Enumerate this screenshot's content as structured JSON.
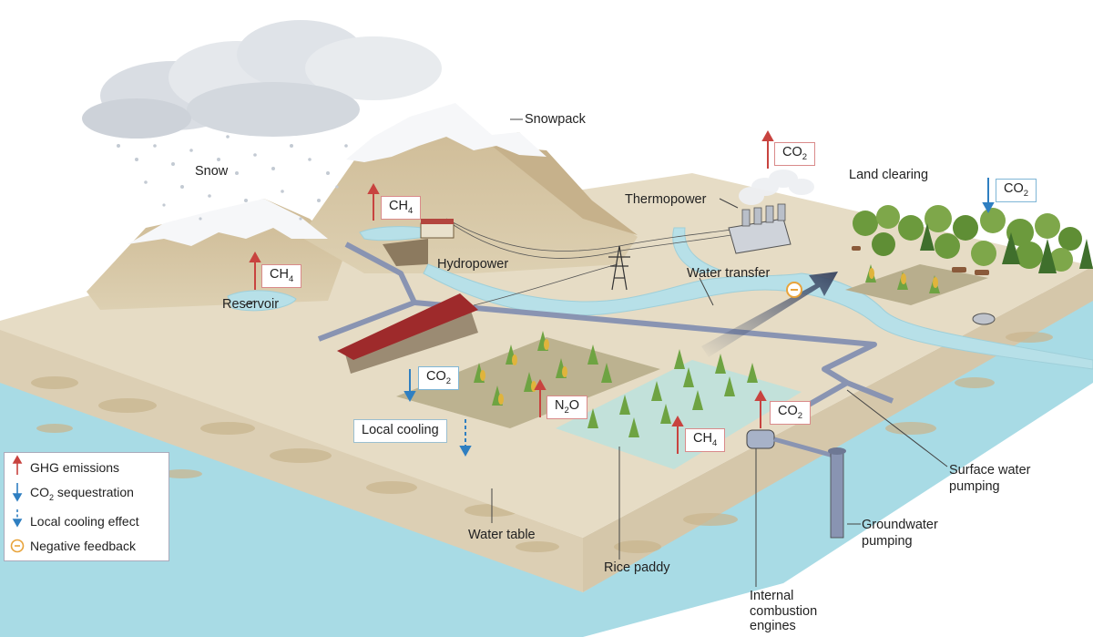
{
  "labels": {
    "snowpack": "Snowpack",
    "snow": "Snow",
    "thermopower": "Thermopower",
    "land_clearing": "Land clearing",
    "hydropower": "Hydropower",
    "water_transfer": "Water transfer",
    "reservoir": "Reservoir",
    "surface_water_pumping_1": "Surface water",
    "surface_water_pumping_2": "pumping",
    "groundwater_pumping_1": "Groundwater",
    "groundwater_pumping_2": "pumping",
    "water_table": "Water table",
    "rice_paddy": "Rice paddy",
    "ice_1": "Internal",
    "ice_2": "combustion",
    "ice_3": "engines"
  },
  "boxes": {
    "ch4_upper": {
      "main": "CH",
      "sub": "4"
    },
    "ch4_left": {
      "main": "CH",
      "sub": "4"
    },
    "co2_thermo": {
      "main": "CO",
      "sub": "2"
    },
    "co2_forest": {
      "main": "CO",
      "sub": "2"
    },
    "co2_farm": {
      "main": "CO",
      "sub": "2"
    },
    "n2o": {
      "main": "N",
      "sub": "2",
      "tail": "O"
    },
    "ch4_paddy": {
      "main": "CH",
      "sub": "4"
    },
    "co2_engine": {
      "main": "CO",
      "sub": "2"
    },
    "local_cooling": "Local cooling"
  },
  "legend": {
    "ghg": "GHG emissions",
    "seq_main": "CO",
    "seq_sub": "2",
    "seq_tail": " sequestration",
    "cooling": "Local cooling effect",
    "feedback": "Negative feedback"
  },
  "colors": {
    "emission_arrow": "#c8433f",
    "sequestration_arrow": "#2f7fc1",
    "feedback_ring": "#e8a33a",
    "land_top": "#e3d8c0",
    "soil_side": "#d9ccb0",
    "groundwater": "#9fd3de",
    "mountain": "#d8c5a3",
    "snow": "#f5f6f8",
    "cloud": "#dfe3e8",
    "pipe": "#8d96b3",
    "forest": "#5c8a3a"
  }
}
